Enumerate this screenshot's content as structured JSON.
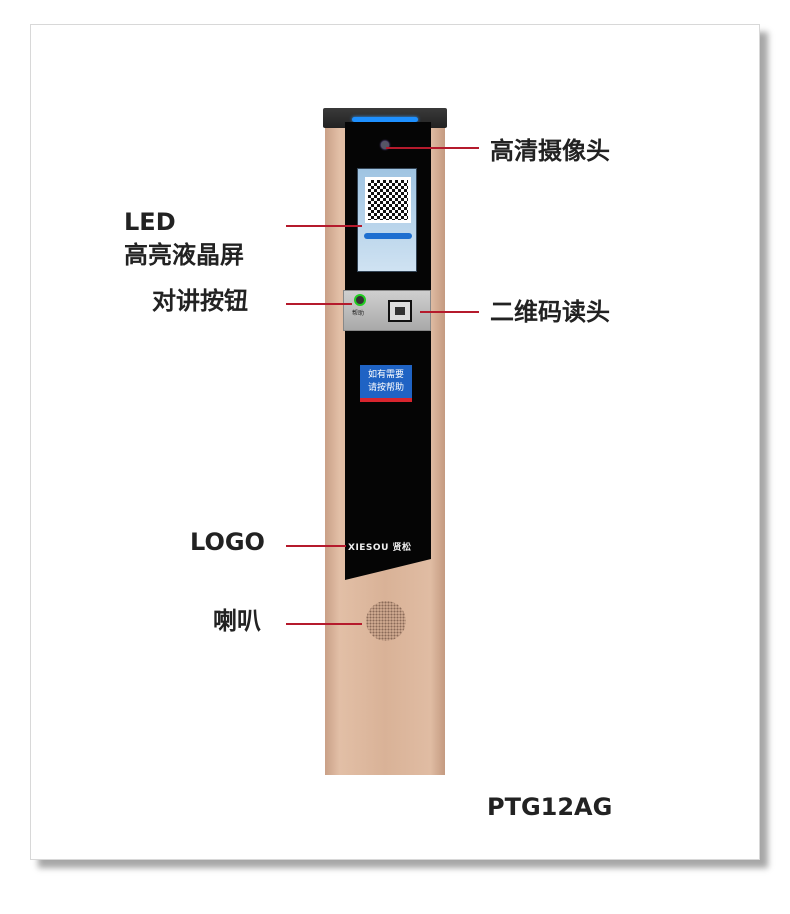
{
  "labels": {
    "camera": "高清摄像头",
    "led_line1": "LED",
    "led_line2": "高亮液晶屏",
    "intercom": "对讲按钮",
    "qr_reader": "二维码读头",
    "logo": "LOGO",
    "speaker": "喇叭"
  },
  "device": {
    "help_sign_line1": "如有需要",
    "help_sign_line2": "请按帮助",
    "help_button_label": "帮助",
    "brand_logo": "XIESOU 贤松"
  },
  "model": "PTG12AG",
  "colors": {
    "callout_line": "#b51a2c",
    "device_body": "#d9b297",
    "panel": "#000000",
    "help_sign": "#1f63c4"
  }
}
